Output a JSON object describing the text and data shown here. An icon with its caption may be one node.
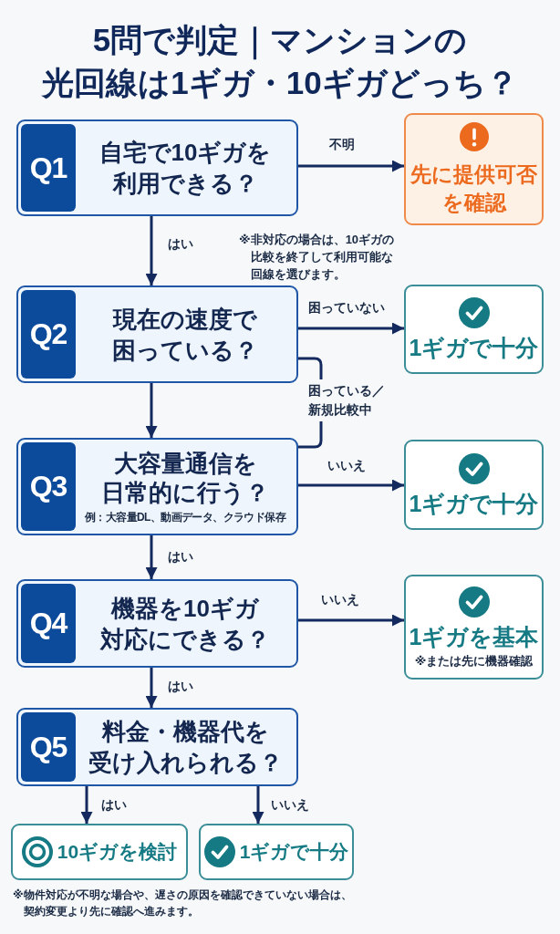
{
  "diagram": {
    "title": "5問で判定｜マンションの光回線は1ギガ・10ギガどっち？",
    "nodes": [
      {
        "text": [
          "Q1",
          "自宅で10ギガを利用できる？"
        ]
      },
      {
        "text": [
          "先に提供可否を確認"
        ]
      },
      {
        "text": [
          "Q2",
          "現在の速度で困っている？"
        ]
      },
      {
        "text": [
          "1ギガで十分"
        ]
      },
      {
        "text": [
          "Q3",
          "大容量通信を日常的に行う？",
          "例：大容量DL、動画データ、クラウド保存"
        ]
      },
      {
        "text": [
          "1ギガで十分"
        ]
      },
      {
        "text": [
          "Q4",
          "機器を10ギガ対応にできる？"
        ]
      },
      {
        "text": [
          "1ギガを基本",
          "※または先に機器確認"
        ]
      },
      {
        "text": [
          "Q5",
          "料金・機器代を受け入れられる？"
        ]
      },
      {
        "text": [
          "10ギガを検討"
        ]
      },
      {
        "text": [
          "1ギガで十分"
        ]
      }
    ],
    "edges": [
      {
        "from": 0,
        "to": 1,
        "arrow": "to",
        "label": "不明"
      },
      {
        "from": 0,
        "to": 2,
        "arrow": "to",
        "label": "はい"
      },
      {
        "from": 2,
        "to": 3,
        "arrow": "to",
        "label": "困っていない"
      },
      {
        "from": 2,
        "to": 4,
        "arrow": "to"
      },
      {
        "from": 2,
        "to": 4,
        "arrow": "none",
        "label": "困っている／新規比較中"
      },
      {
        "from": 4,
        "to": 5,
        "arrow": "to",
        "label": "いいえ"
      },
      {
        "from": 4,
        "to": 6,
        "arrow": "to",
        "label": "はい"
      },
      {
        "from": 6,
        "to": 7,
        "arrow": "to",
        "label": "いいえ"
      },
      {
        "from": 6,
        "to": 8,
        "arrow": "to",
        "label": "はい"
      },
      {
        "from": 8,
        "to": 9,
        "arrow": "to",
        "label": "はい"
      },
      {
        "from": 8,
        "to": 10,
        "arrow": "to",
        "label": "いいえ"
      }
    ],
    "labels": [
      "※非対応の場合は、10ギガの比較を終了して利用可能な回線を選びます。",
      "※物件対応が不明な場合や、遅さの原因を確認できていない場合は、契約変更より先に確認へ進みます。"
    ]
  }
}
